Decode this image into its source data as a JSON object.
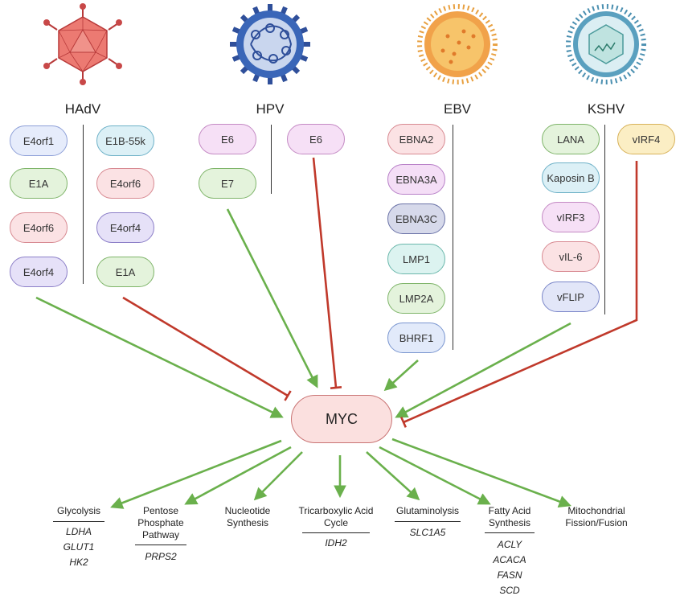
{
  "viruses": [
    {
      "name": "HAdV",
      "icon": "adenovirus-icon",
      "color": "#e05a5a",
      "activators": [
        "E4orf1",
        "E1A",
        "E4orf6",
        "E4orf4"
      ],
      "inhibitors": [
        "E1B-55k",
        "E4orf6",
        "E4orf4",
        "E1A"
      ]
    },
    {
      "name": "HPV",
      "icon": "papillomavirus-icon",
      "color": "#2f5fb0",
      "activators": [
        "E6",
        "E7"
      ],
      "inhibitors": [
        "E6"
      ]
    },
    {
      "name": "EBV",
      "icon": "epstein-barr-virus-icon",
      "color": "#e0a030",
      "activators": [
        "EBNA2",
        "EBNA3A",
        "EBNA3C",
        "LMP1",
        "LMP2A",
        "BHRF1"
      ],
      "inhibitors": []
    },
    {
      "name": "KSHV",
      "icon": "herpesvirus-icon",
      "color": "#3a7fa8",
      "activators": [
        "LANA",
        "Kaposin B",
        "vIRF3",
        "vIL-6",
        "vFLIP"
      ],
      "inhibitors": [
        "vIRF4"
      ]
    }
  ],
  "center": {
    "label": "MYC"
  },
  "pathways": [
    {
      "name": "Glycolysis",
      "genes": [
        "LDHA",
        "GLUT1",
        "HK2"
      ]
    },
    {
      "name": "Pentose Phosphate Pathway",
      "genes": [
        "PRPS2"
      ]
    },
    {
      "name": "Nucleotide Synthesis",
      "genes": []
    },
    {
      "name": "Tricarboxylic Acid Cycle",
      "genes": [
        "IDH2"
      ]
    },
    {
      "name": "Glutaminolysis",
      "genes": [
        "SLC1A5"
      ]
    },
    {
      "name": "Fatty Acid Synthesis",
      "genes": [
        "ACLY",
        "ACACA",
        "FASN",
        "SCD"
      ]
    },
    {
      "name": "Mitochondrial Fission/Fusion",
      "genes": []
    }
  ],
  "colors": {
    "activate_arrow": "#6ab04c",
    "inhibit_arrow": "#c0392b",
    "myc_fill": "#fbe0df"
  }
}
